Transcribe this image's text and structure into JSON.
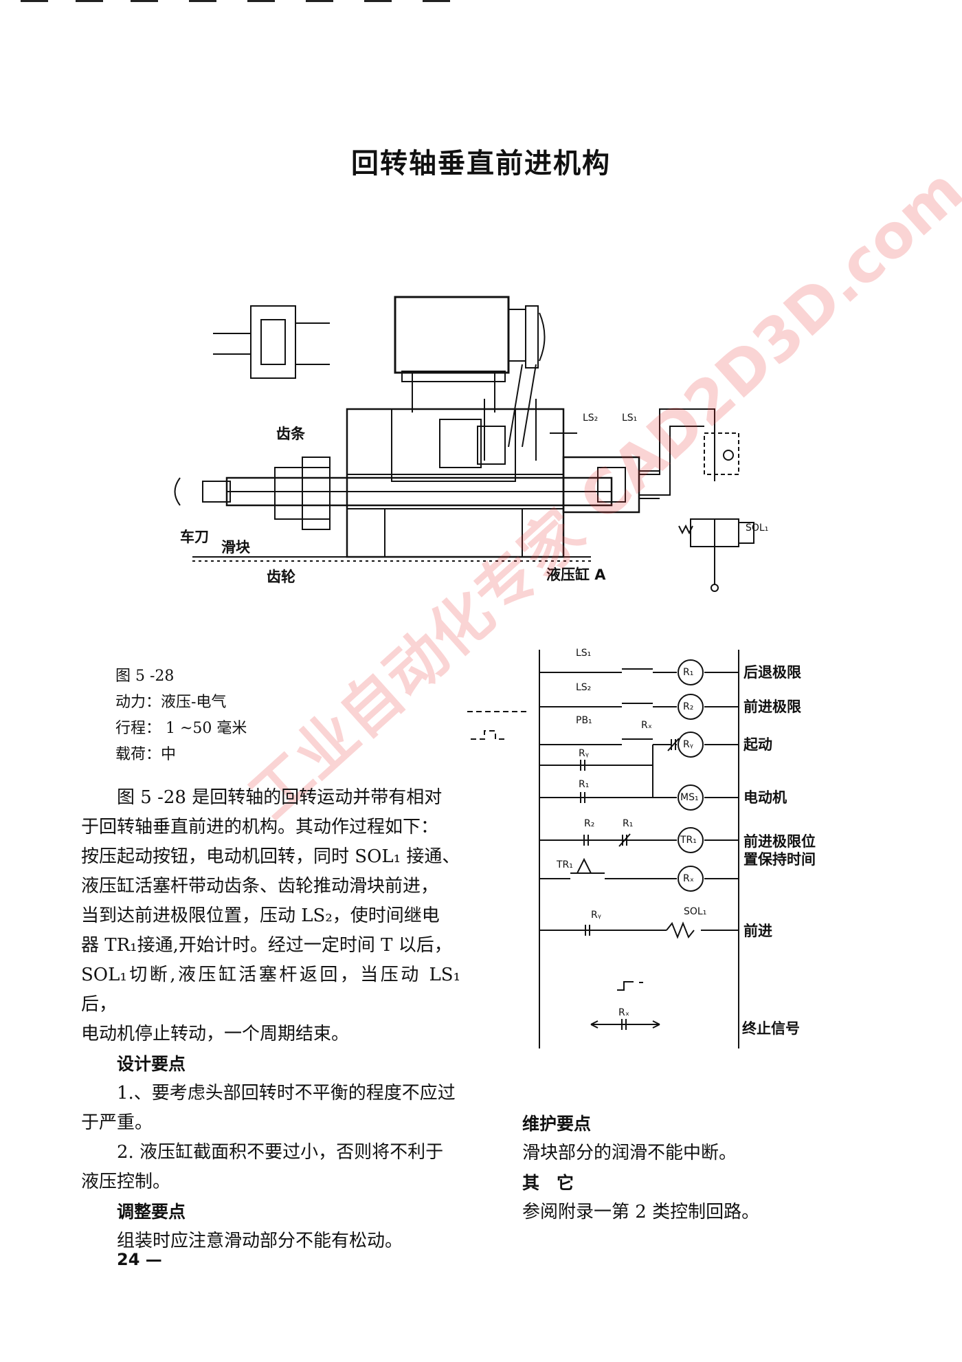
{
  "title": "回转轴垂直前进机构",
  "figure": {
    "labels": {
      "rack": "齿条",
      "tool": "车刀",
      "slider": "滑块",
      "gear": "齿轮",
      "cylinder": "液压缸 A",
      "ls2": "LS₂",
      "ls1": "LS₁",
      "sol1": "SOL₁"
    }
  },
  "meta": {
    "fig": "图 5 -28",
    "power": "动力：液压-电气",
    "stroke": "行程： 1 ~50 毫米",
    "load": "载荷：中"
  },
  "paragraph": {
    "line1": "图 5 -28 是回转轴的回转运动并带有相对",
    "line2": "于回转轴垂直前进的机构。其动作过程如下：",
    "line3": "按压起动按钮，电动机回转，同时 SOL₁ 接通、",
    "line4": "液压缸活塞杆带动齿条、齿轮推动滑块前进，",
    "line5": "当到达前进极限位置，压动 LS₂，使时间继电",
    "line6": "器 TR₁接通,开始计时。经过一定时间 T 以后，",
    "line7": "SOL₁切断,液压缸活塞杆返回，当压动 LS₁ 后，",
    "line8": "电动机停止转动，一个周期结束。"
  },
  "design": {
    "heading": "设计要点",
    "item1a": "1.、要考虑头部回转时不平衡的程度不应过",
    "item1b": "于严重。",
    "item2a": "2. 液压缸截面积不要过小，否则将不利于",
    "item2b": "液压控制。"
  },
  "adjust": {
    "heading": "调整要点",
    "text": "组装时应注意滑动部分不能有松动。"
  },
  "maintain": {
    "heading": "维护要点",
    "text": "滑块部分的润滑不能中断。"
  },
  "other": {
    "heading": "其　它",
    "text": "参阅附录一第 2 类控制回路。"
  },
  "ladder": {
    "rungs": [
      {
        "contact": "LS₁",
        "coil": "R₁",
        "label": "后退极限"
      },
      {
        "contact": "LS₂",
        "coil": "R₂",
        "label": "前进极限"
      },
      {
        "contact": "PB₁",
        "contact2": "Rₓ",
        "coil": "Rᵧ",
        "label": "起动"
      },
      {
        "contact": "R₁",
        "coil": "MS₁",
        "label": "电动机"
      },
      {
        "contact": "R₂",
        "contact2": "R₁",
        "coil": "TR₁",
        "label": "前进极限位置保持时间"
      },
      {
        "contact": "TR₁",
        "coil": "Rₓ",
        "label": ""
      },
      {
        "contact": "Rᵧ",
        "contact2": "SOL₁",
        "coil": "",
        "label": "前进"
      },
      {
        "contact": "Rₓ",
        "coil": "",
        "label": "终止信号"
      }
    ],
    "ry_hold": "Rᵧ",
    "label_line2": "置保持时间",
    "label_line1": "前进极限位"
  },
  "page_number": "24 —",
  "watermark": "工业自动化专家 CAD2D3D.com"
}
